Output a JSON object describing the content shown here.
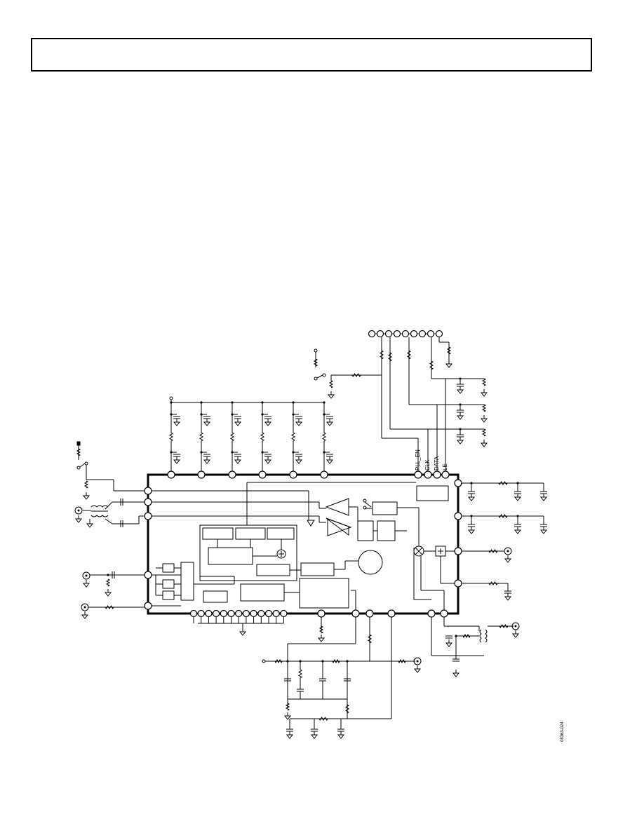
{
  "page": {
    "header_text": ""
  },
  "schematic": {
    "pin_labels": {
      "pll_en": "PLL_EN",
      "clk": "CLK",
      "data": "DATA",
      "le": "LE"
    },
    "figure_code": "08363-024"
  }
}
